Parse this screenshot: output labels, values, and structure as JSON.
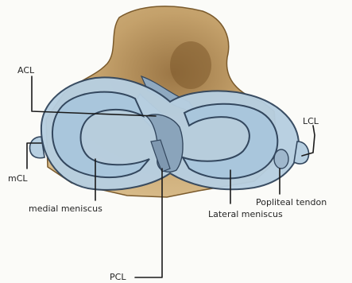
{
  "diagram": {
    "labels": {
      "acl": "ACL",
      "lcl": "LCL",
      "mcl": "mCL",
      "medial_meniscus": "medial meniscus",
      "popliteal_tendon": "Popliteal tendon",
      "lateral_meniscus": "Lateral meniscus",
      "pcl": "PCL"
    },
    "colors": {
      "bone": "#c9a56f",
      "bone_dark": "#8e6a38",
      "meniscus": "#a9c6dc",
      "meniscus_light": "#c3d8e8",
      "ligament": "#8fa9c0",
      "outline": "#33475e",
      "background": "#fbfbf8"
    }
  }
}
